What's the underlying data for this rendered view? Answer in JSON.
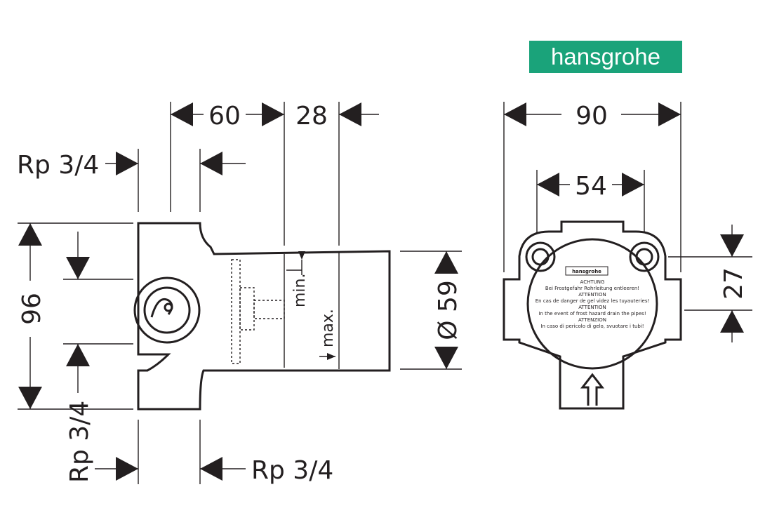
{
  "logo": {
    "text": "hansgrohe",
    "color": "#1aa37a"
  },
  "side_view": {
    "dim_width_body": "60",
    "dim_width_sleeve": "28",
    "dim_height": "96",
    "dim_diameter": "Ø 59",
    "label_min": "min.",
    "label_max": "max.",
    "thread_top": "Rp 3/4",
    "thread_left_bottom": "Rp 3/4",
    "thread_right_bottom": "Rp 3/4"
  },
  "front_view": {
    "dim_outer_width": "90",
    "dim_hole_spacing": "54",
    "dim_offset": "27",
    "label": {
      "brand": "hansgrohe",
      "lines": [
        "ACHTUNG",
        "Bei Frostgefahr Rohrleitung entleeren!",
        "ATTENTION",
        "En cas de danger de gel videz les tuyauteries!",
        "ATTENTION",
        "In the event of frost hazard drain the pipes!",
        "ATTENZION",
        "In caso di pericolo di gelo, svuotare i tubi!"
      ]
    }
  },
  "colors": {
    "line": "#231f20",
    "logo_bg": "#1aa37a"
  }
}
